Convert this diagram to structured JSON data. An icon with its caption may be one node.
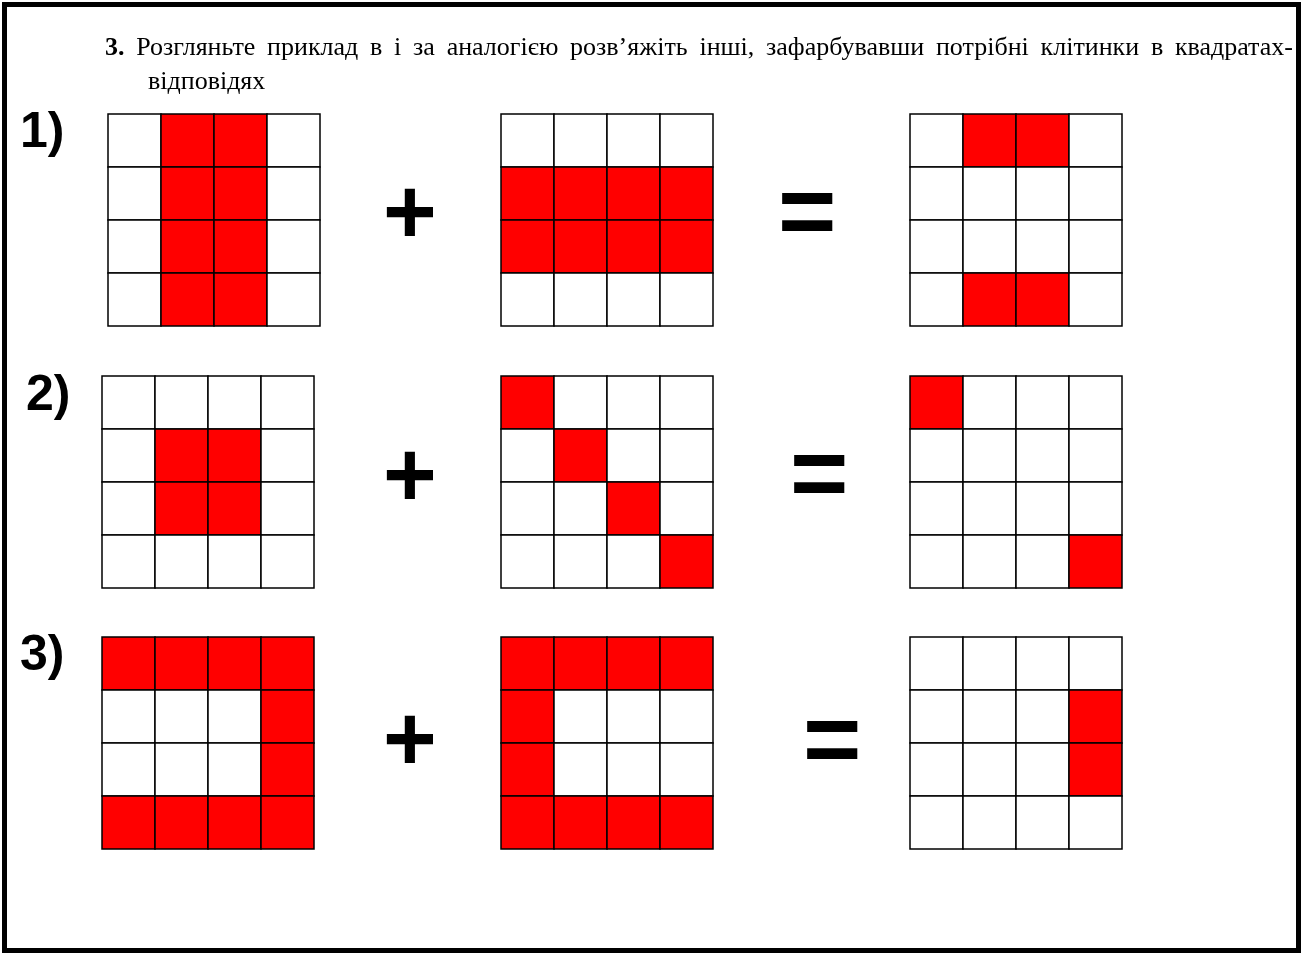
{
  "diagram": {
    "title": "**3.** Розгляньте приклад в і за аналогією розв’яжіть інші, зафарбувавши потрібні клітинки в квадратах-відповідях",
    "labels": [
      "1)",
      "+",
      "=",
      "2)",
      "+",
      "=",
      "3)",
      "+",
      "="
    ]
  }
}
